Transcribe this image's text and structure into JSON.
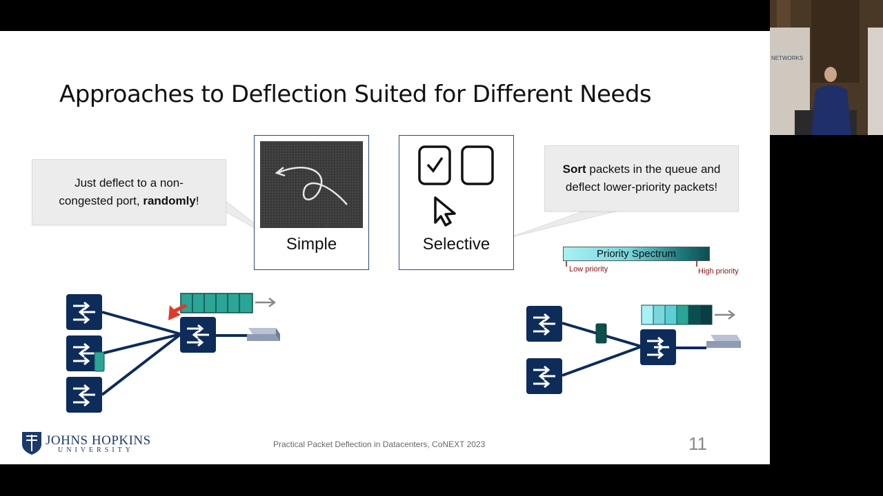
{
  "slide": {
    "title": "Approaches to Deflection Suited for Different Needs",
    "callout_left": {
      "line1": "Just deflect to a non-",
      "line2_prefix": "congested port, ",
      "line2_bold": "randomly",
      "line2_suffix": "!"
    },
    "callout_right": {
      "line1_bold": "Sort",
      "line1_rest": " packets in the queue and",
      "line2": "deflect lower-priority packets!"
    },
    "approaches": [
      {
        "label": "Simple",
        "icon": "random-arrow-icon"
      },
      {
        "label": "Selective",
        "icon": "checkbox-cursor-icon"
      }
    ],
    "priority": {
      "bar_label": "Priority Spectrum",
      "low_label": "Low priority",
      "high_label": "High priority"
    },
    "footer": "Practical Packet Deflection in Datacenters, CoNEXT 2023",
    "page_number": "11",
    "logo": {
      "line1": "JOHNS HOPKINS",
      "line2": "UNIVERSITY"
    }
  },
  "colors": {
    "switch": "#0d2c5a",
    "packet_teal": "#2aa596",
    "packet_dark": "#0e4f4a",
    "deflect_arrow": "#e03a2a",
    "queue_gradient": [
      "#a7f1f4",
      "#79d6dc",
      "#2aa596",
      "#1d7b7d",
      "#0c4e50",
      "#093f41"
    ]
  },
  "video_inset": {
    "visible_text": "NETWORKS"
  }
}
